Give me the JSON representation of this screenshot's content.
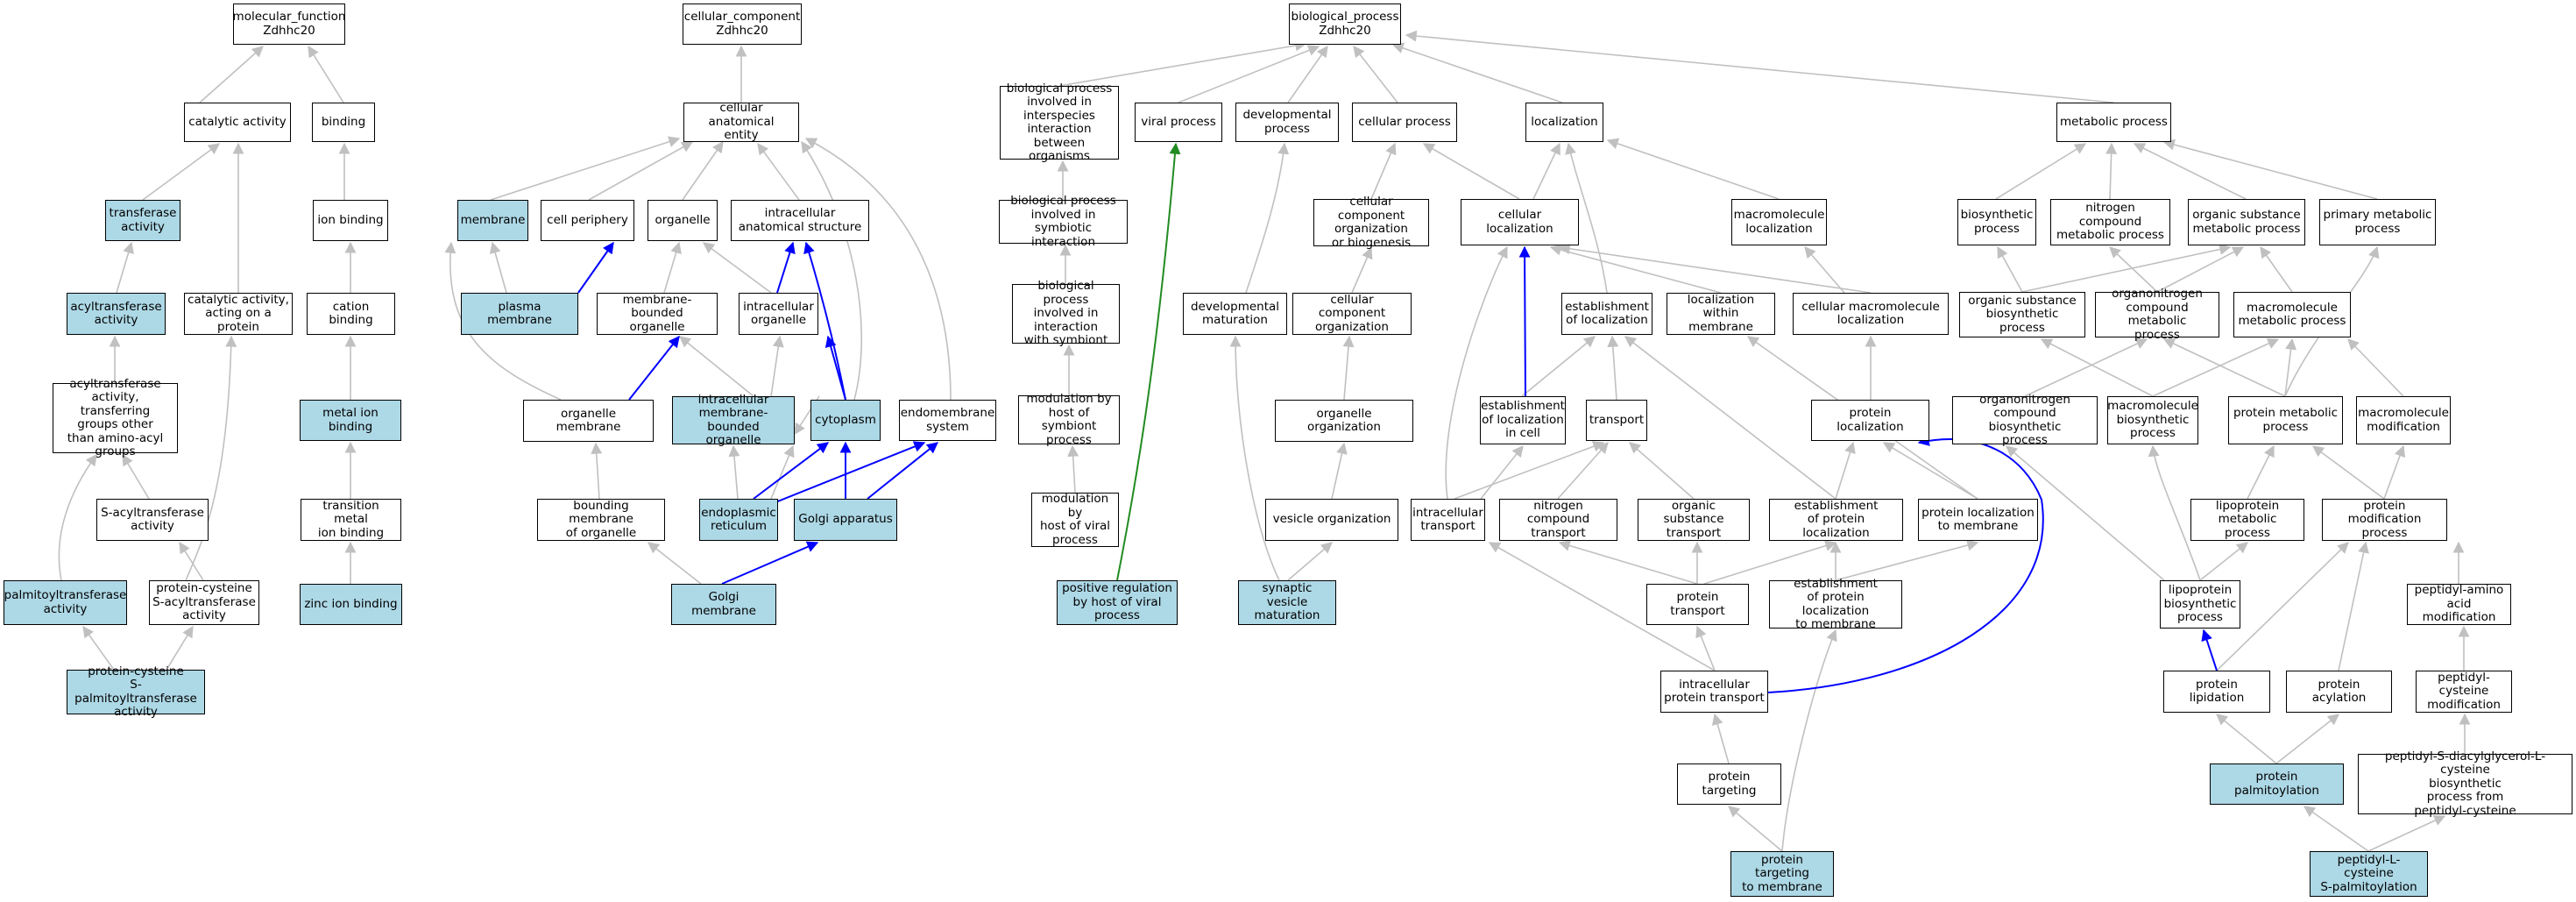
{
  "colors": {
    "node_fill": "#ffffff",
    "node_highlight_fill": "#add8e6",
    "edge_default": "#c0c0c0",
    "edge_part_of": "#0000ff",
    "edge_positively_regulates": "#228b22"
  },
  "nodes": {
    "mf": "molecular_function\nZdhhc20",
    "catalytic_activity": "catalytic activity",
    "binding": "binding",
    "transferase_activity": "transferase\nactivity",
    "ion_binding": "ion binding",
    "acyltransferase_activity": "acyltransferase\nactivity",
    "catalytic_activity_protein": "catalytic activity,\nacting on a\nprotein",
    "cation_binding": "cation binding",
    "acyltransferase_other": "acyltransferase\nactivity, transferring\ngroups other\nthan amino-acyl\ngroups",
    "metal_ion_binding": "metal ion binding",
    "s_acyltransferase": "S-acyltransferase\nactivity",
    "transition_metal": "transition metal\nion binding",
    "palmitoyltransferase": "palmitoyltransferase\nactivity",
    "protein_cysteine_s_acyl": "protein-cysteine\nS-acyltransferase\nactivity",
    "zinc_ion_binding": "zinc ion binding",
    "protein_cysteine_s_palm": "protein-cysteine\nS-palmitoyltransferase\nactivity",
    "cc": "cellular_component\nZdhhc20",
    "cellular_anatomical_entity": "cellular anatomical\nentity",
    "membrane": "membrane",
    "cell_periphery": "cell periphery",
    "organelle": "organelle",
    "intracellular_anatomical": "intracellular\nanatomical structure",
    "plasma_membrane": "plasma membrane",
    "membrane_bounded_organelle": "membrane-bounded\norganelle",
    "intracellular_organelle": "intracellular\norganelle",
    "organelle_membrane": "organelle membrane",
    "intracellular_mb_organelle": "intracellular\nmembrane-bounded\norganelle",
    "cytoplasm": "cytoplasm",
    "endomembrane_system": "endomembrane\nsystem",
    "bounding_membrane": "bounding membrane\nof organelle",
    "endoplasmic_reticulum": "endoplasmic\nreticulum",
    "golgi_apparatus": "Golgi apparatus",
    "golgi_membrane": "Golgi membrane",
    "bp": "biological_process\nZdhhc20",
    "bp_interspecies": "biological process\ninvolved in\ninterspecies\ninteraction\nbetween organisms",
    "viral_process": "viral process",
    "developmental_process": "developmental\nprocess",
    "cellular_process": "cellular process",
    "localization": "localization",
    "metabolic_process": "metabolic process",
    "bp_symbiotic": "biological process\ninvolved in\nsymbiotic interaction",
    "cc_org_biogenesis": "cellular component\norganization\nor biogenesis",
    "cellular_localization": "cellular localization",
    "macromolecule_localization": "macromolecule\nlocalization",
    "biosynthetic_process": "biosynthetic\nprocess",
    "nitrogen_compound_metabolic": "nitrogen compound\nmetabolic process",
    "organic_substance_metabolic": "organic substance\nmetabolic process",
    "primary_metabolic": "primary metabolic\nprocess",
    "bp_with_symbiont": "biological process\ninvolved in\ninteraction\nwith symbiont",
    "developmental_maturation": "developmental\nmaturation",
    "cc_organization": "cellular component\norganization",
    "establishment_localization": "establishment\nof localization",
    "localization_within_membrane": "localization\nwithin membrane",
    "cellular_macromolecule_localization": "cellular macromolecule\nlocalization",
    "organic_substance_biosynthetic": "organic substance\nbiosynthetic\nprocess",
    "organonitrogen_metabolic": "organonitrogen\ncompound metabolic\nprocess",
    "macromolecule_metabolic": "macromolecule\nmetabolic process",
    "modulation_symbiont": "modulation by\nhost of symbiont\nprocess",
    "organelle_organization": "organelle organization",
    "establishment_in_cell": "establishment\nof localization\nin cell",
    "transport": "transport",
    "protein_localization": "protein localization",
    "organonitrogen_biosynthetic": "organonitrogen\ncompound biosynthetic\nprocess",
    "macromolecule_biosynthetic": "macromolecule\nbiosynthetic\nprocess",
    "protein_metabolic": "protein metabolic\nprocess",
    "macromolecule_modification": "macromolecule\nmodification",
    "modulation_viral": "modulation by\nhost of viral\nprocess",
    "vesicle_organization": "vesicle organization",
    "intracellular_transport": "intracellular\ntransport",
    "nitrogen_compound_transport": "nitrogen compound\ntransport",
    "organic_substance_transport": "organic substance\ntransport",
    "establishment_protein_localization": "establishment\nof protein localization",
    "protein_localization_membrane": "protein localization\nto membrane",
    "lipoprotein_metabolic": "lipoprotein\nmetabolic process",
    "protein_modification": "protein modification\nprocess",
    "positive_regulation_viral": "positive regulation\nby host of viral\nprocess",
    "synaptic_vesicle_maturation": "synaptic vesicle\nmaturation",
    "protein_transport": "protein transport",
    "establishment_protein_loc_membrane": "establishment\nof protein localization\nto membrane",
    "lipoprotein_biosynthetic": "lipoprotein\nbiosynthetic\nprocess",
    "peptidyl_amino_acid": "peptidyl-amino\nacid modification",
    "intracellular_protein_transport": "intracellular\nprotein transport",
    "protein_lipidation": "protein lipidation",
    "protein_acylation": "protein acylation",
    "peptidyl_cysteine_modification": "peptidyl-cysteine\nmodification",
    "protein_targeting": "protein targeting",
    "protein_palmitoylation": "protein palmitoylation",
    "peptidyl_diacylglycerol": "peptidyl-S-diacylglycerol-L-cysteine\nbiosynthetic\nprocess from\npeptidyl-cysteine",
    "protein_targeting_membrane": "protein targeting\nto membrane",
    "peptidyl_l_cysteine_palm": "peptidyl-L-cysteine\nS-palmitoylation"
  }
}
